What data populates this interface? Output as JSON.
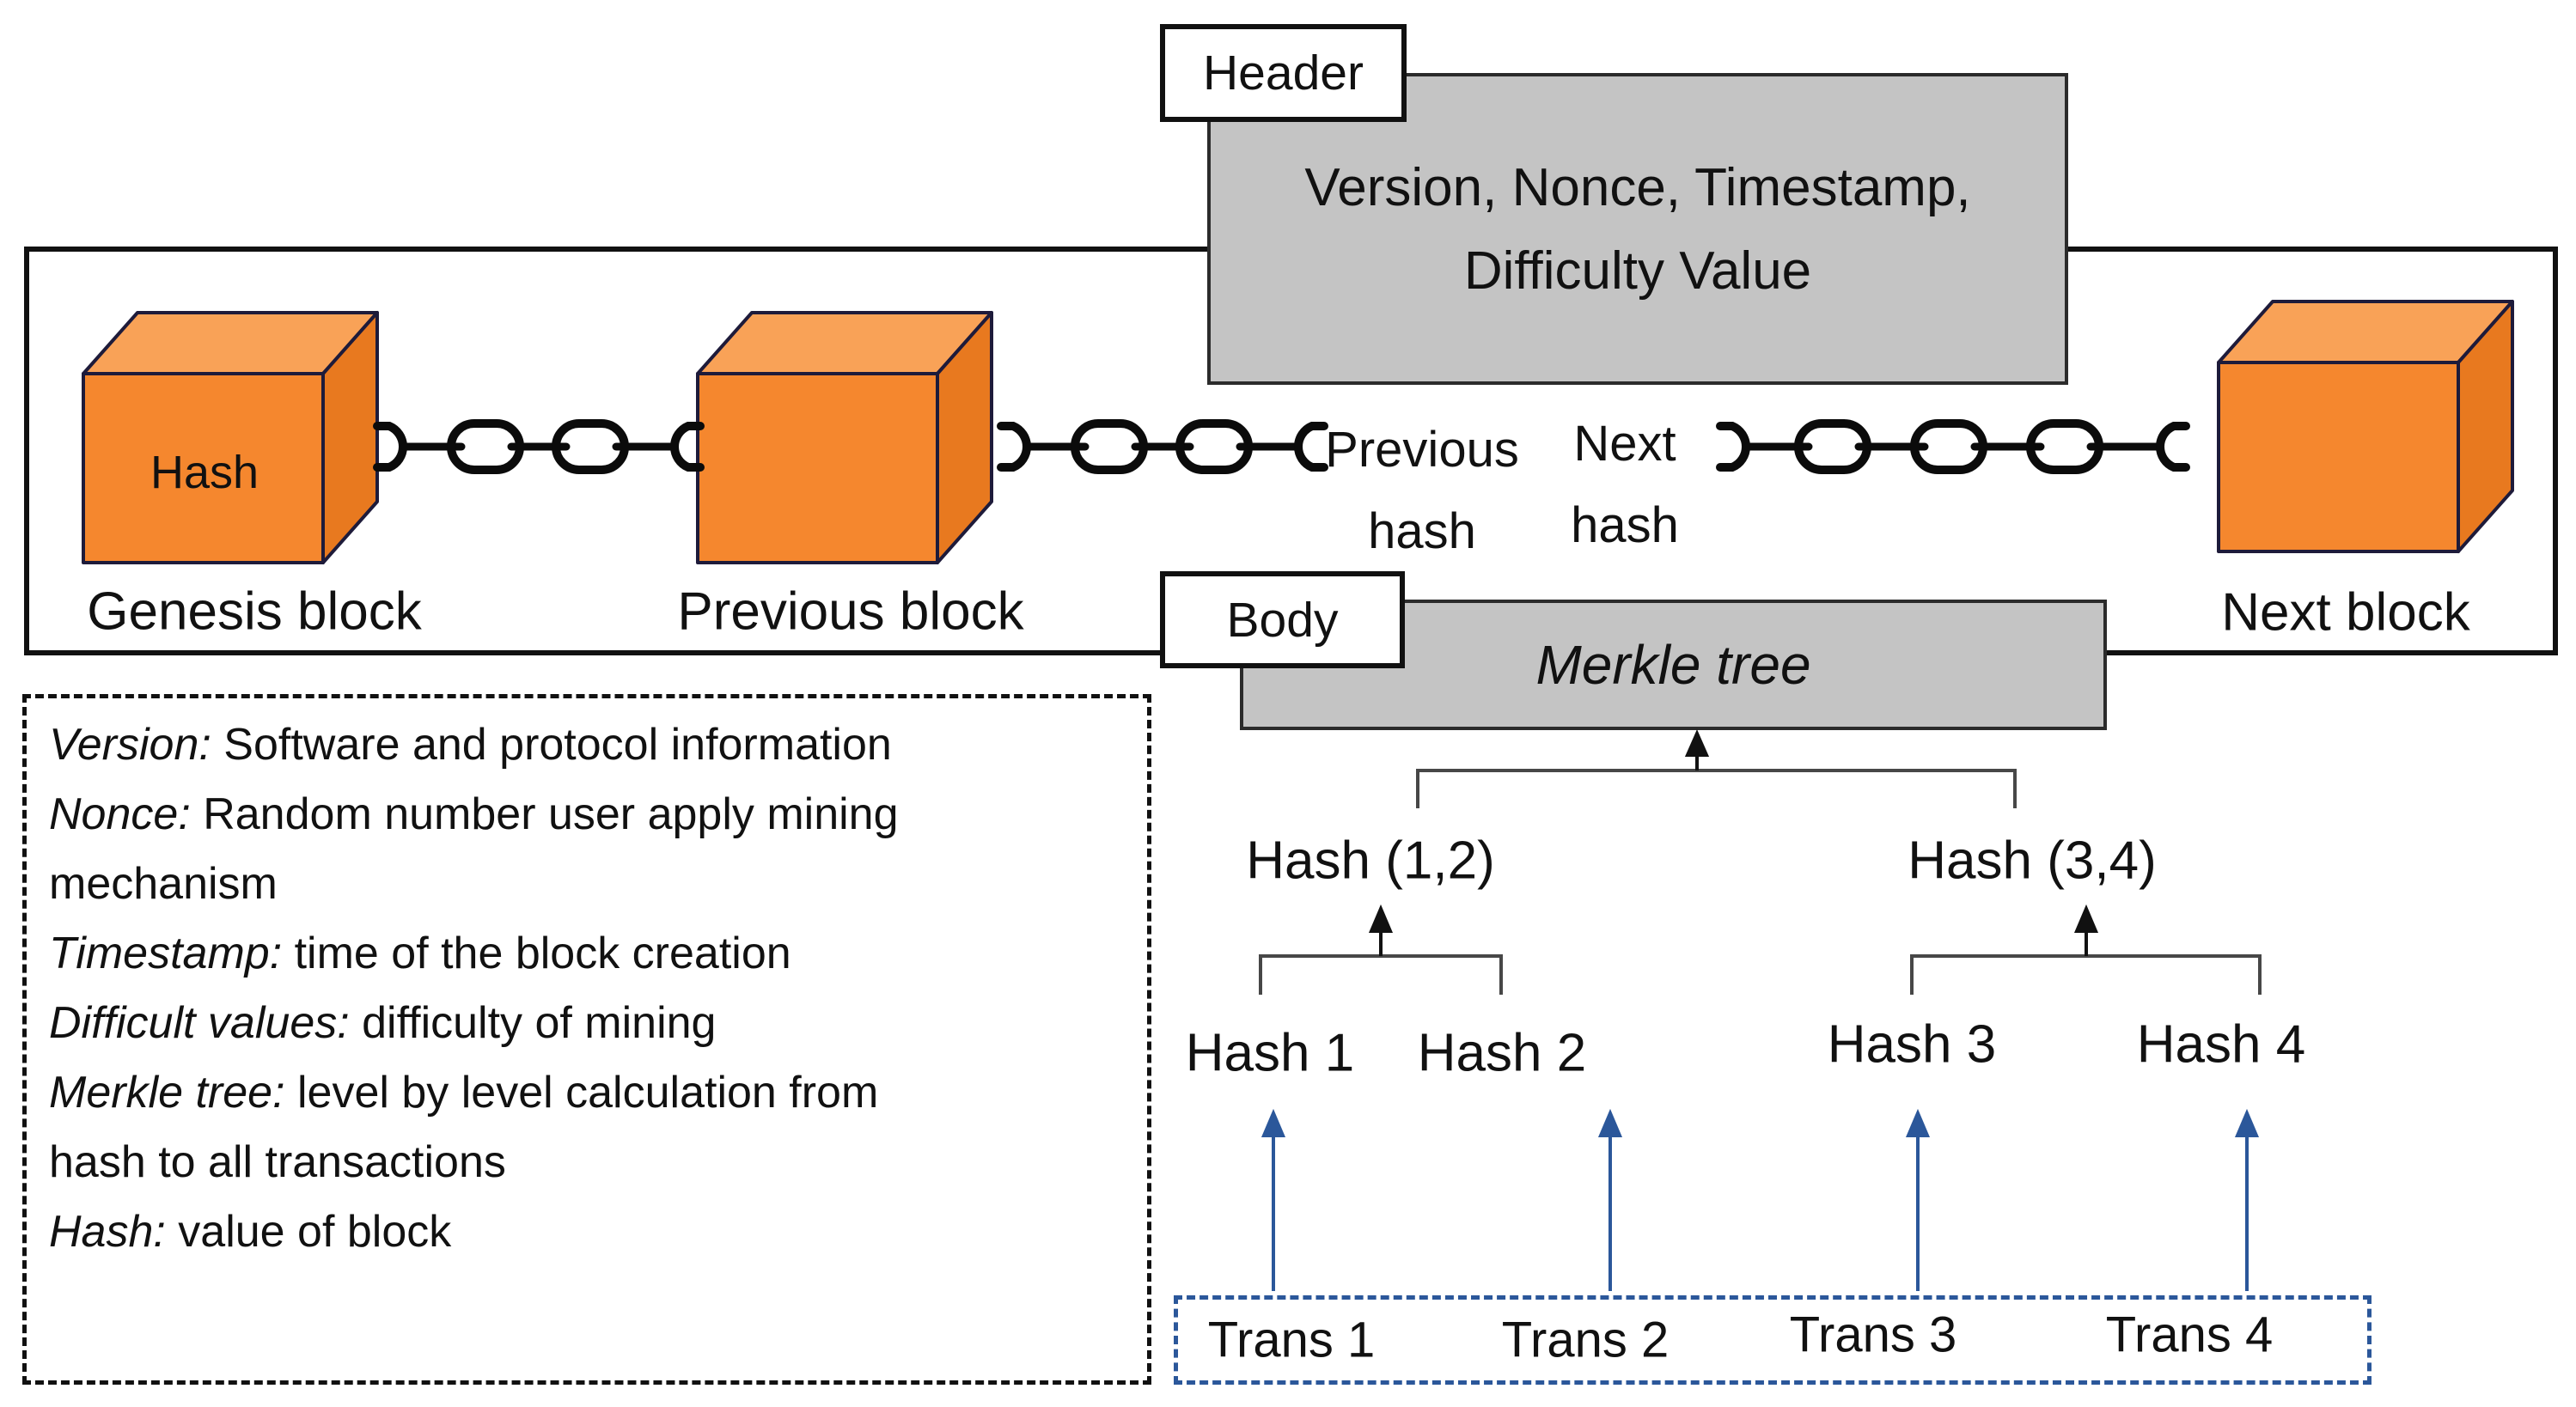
{
  "header": {
    "tag": "Header",
    "line1": "Version, Nonce, Timestamp,",
    "line2": "Difficulty Value"
  },
  "body": {
    "tag": "Body",
    "merkle_title": "Merkle tree"
  },
  "chain": {
    "genesis_label": "Genesis block",
    "previous_label": "Previous block",
    "next_label": "Next block",
    "cube_hash_label": "Hash",
    "previous_hash_line1": "Previous",
    "previous_hash_line2": "hash",
    "next_hash_line1": "Next",
    "next_hash_line2": "hash"
  },
  "merkle_tree": {
    "hash12": "Hash (1,2)",
    "hash34": "Hash (3,4)",
    "hash1": "Hash 1",
    "hash2": "Hash 2",
    "hash3": "Hash 3",
    "hash4": "Hash 4",
    "trans1": "Trans 1",
    "trans2": "Trans 2",
    "trans3": "Trans 3",
    "trans4": "Trans 4"
  },
  "legend": {
    "lines": [
      {
        "term": "Version:",
        "text": " Software and protocol information"
      },
      {
        "term": "Nonce:",
        "text": " Random number user apply mining"
      },
      {
        "term": "",
        "text": "mechanism"
      },
      {
        "term": "Timestamp:",
        "text": " time of the block creation"
      },
      {
        "term": "Difficult values:",
        "text": " difficulty of mining"
      },
      {
        "term": "Merkle tree:",
        "text": " level by level calculation from"
      },
      {
        "term": "",
        "text": "hash to all transactions"
      },
      {
        "term": "Hash:",
        "text": " value of block"
      }
    ]
  },
  "colors": {
    "cube_front": "#F5872E",
    "cube_top": "#F9A257",
    "cube_side": "#E8791F",
    "cube_border": "#1E1B3A",
    "gray_box": "#C4C4C4",
    "box_border": "#111111",
    "blue_accent": "#2B579A",
    "chain_black": "#0B0B0B"
  }
}
